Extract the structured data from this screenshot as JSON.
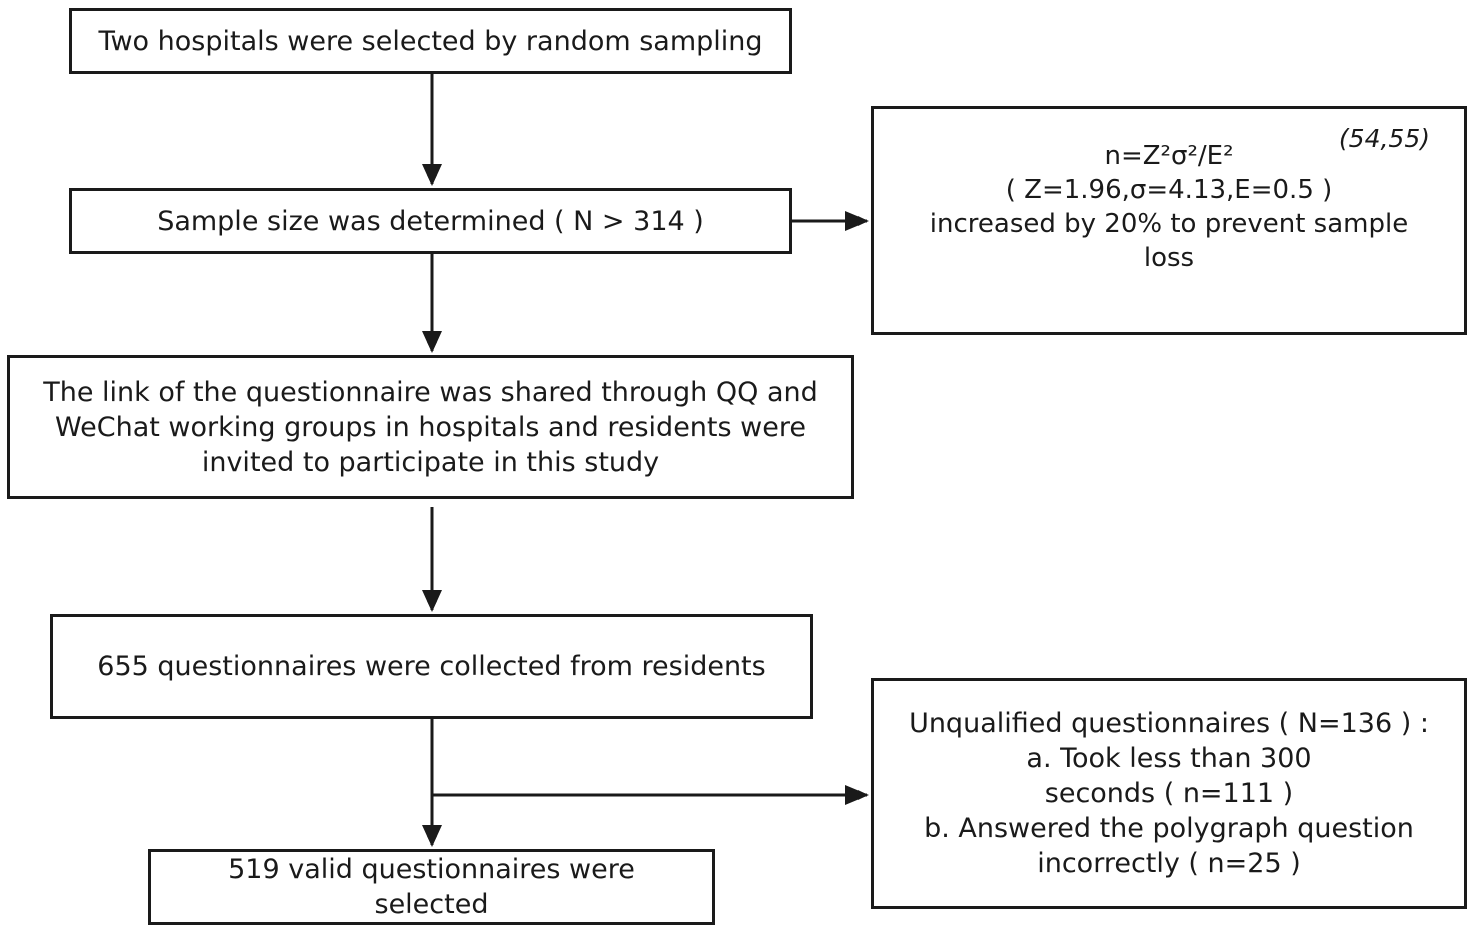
{
  "flowchart": {
    "box_hospitals": {
      "text": "Two hospitals were selected by random sampling"
    },
    "box_sample_size": {
      "text": "Sample size was determined ( N > 314 )"
    },
    "box_formula": {
      "citation": "(54,55)",
      "lines": [
        "n=Z²σ²/E²",
        "( Z=1.96,σ=4.13,E=0.5 )",
        "increased by 20% to prevent sample",
        "loss"
      ]
    },
    "box_link": {
      "lines": [
        "The link of the questionnaire was shared through QQ and",
        "WeChat working groups in hospitals and residents were",
        "invited to participate in this study"
      ]
    },
    "box_collected": {
      "text": "655 questionnaires were collected from residents"
    },
    "box_unqualified": {
      "lines": [
        "Unqualified questionnaires ( N=136 ) :",
        "a. Took less than 300",
        "seconds ( n=111 )",
        "b. Answered  the polygraph question",
        "incorrectly ( n=25 )"
      ]
    },
    "box_valid": {
      "lines": [
        "519 valid questionnaires were",
        "selected"
      ]
    }
  }
}
